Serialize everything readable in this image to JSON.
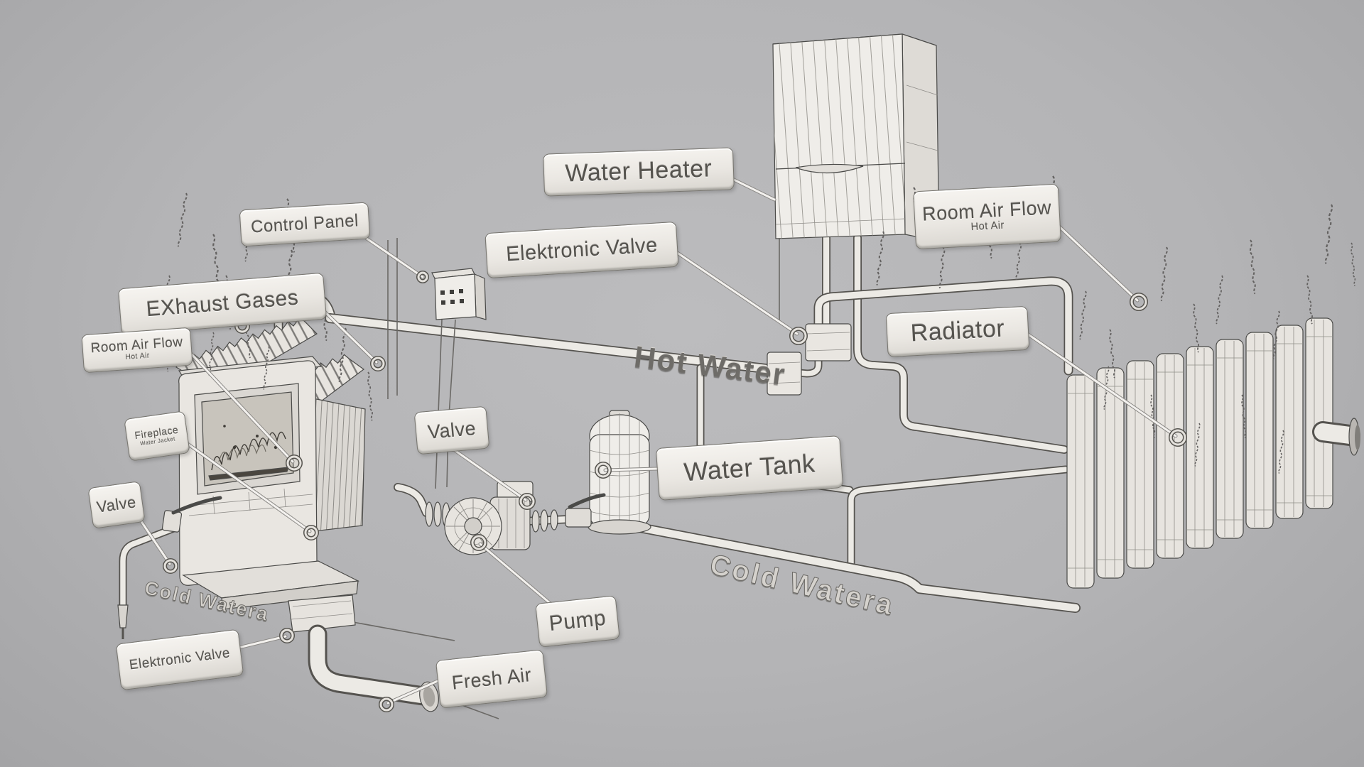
{
  "labels": {
    "water_heater": {
      "text": "Water Heater"
    },
    "control_panel": {
      "text": "Control Panel"
    },
    "elektronic_valve_top": {
      "text": "Elektronic Valve"
    },
    "room_air_flow_right": {
      "text": "Room Air Flow",
      "subtext": "Hot Air"
    },
    "exhaust_gases": {
      "text": "EXhaust Gases"
    },
    "room_air_flow_left": {
      "text": "Room Air Flow",
      "subtext": "Hot Air"
    },
    "radiator": {
      "text": "Radiator"
    },
    "fireplace": {
      "text": "Fireplace",
      "subtext": "Water Jacket"
    },
    "valve_center": {
      "text": "Valve"
    },
    "water_tank": {
      "text": "Water Tank"
    },
    "valve_left": {
      "text": "Valve"
    },
    "pump": {
      "text": "Pump"
    },
    "elektronic_valve_bottom": {
      "text": "Elektronic Valve"
    },
    "fresh_air": {
      "text": "Fresh Air"
    }
  },
  "pipe_labels": {
    "hot_water": "Hot Water",
    "cold_water_bottom": "Cold Watera",
    "cold_water_left": "Cold Watera"
  },
  "icons": {
    "smoke_squiggle": "wavy-rising-air-line",
    "leader_ring": "torus-marker-ring"
  },
  "colors": {
    "background": "#b4b4b6",
    "plate": "#eceae6",
    "outline": "#4a4a48",
    "pipe_fill": "#eceae5",
    "leader": "#f3f1ee"
  }
}
